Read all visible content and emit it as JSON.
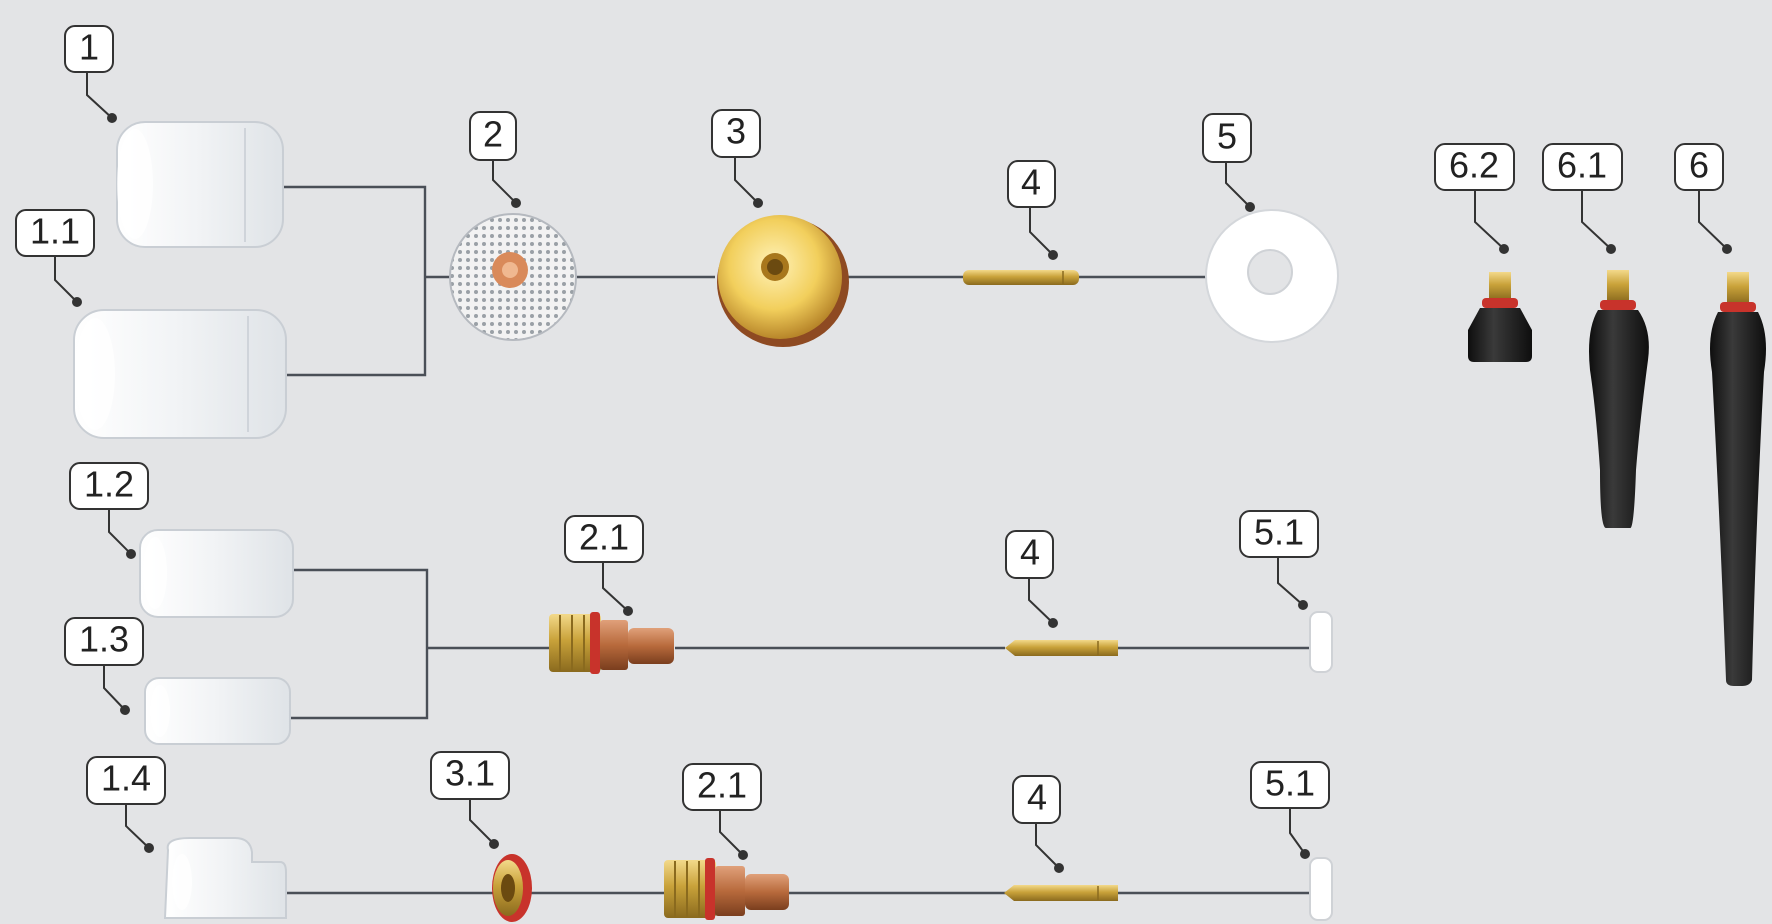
{
  "labels": {
    "l1": "1",
    "l1_1": "1.1",
    "l1_2": "1.2",
    "l1_3": "1.3",
    "l1_4": "1.4",
    "l2": "2",
    "l2_1a": "2.1",
    "l2_1b": "2.1",
    "l3": "3",
    "l3_1": "3.1",
    "l4a": "4",
    "l4b": "4",
    "l4c": "4",
    "l5": "5",
    "l5_1a": "5.1",
    "l5_1b": "5.1",
    "l6": "6",
    "l6_1": "6.1",
    "l6_2": "6.2"
  },
  "colors": {
    "background": "#e3e4e6",
    "connector": "#4a4f57",
    "brass": "#c9a23a",
    "copper": "#b86a3c",
    "seal_red": "#c8332b",
    "black_cap": "#1e1e1e",
    "glass": "#f4f6f8",
    "ceramic": "#ffffff"
  }
}
